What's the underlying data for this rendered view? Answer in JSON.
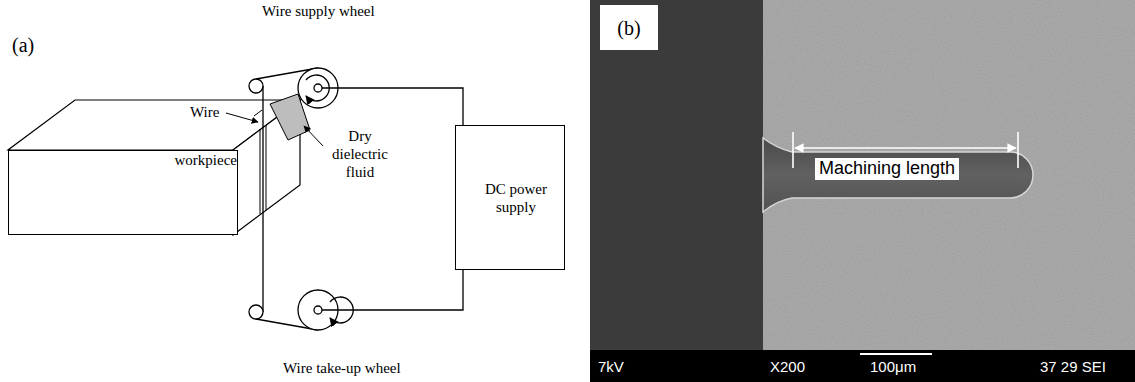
{
  "diagram": {
    "nodes": [
      {
        "text": [
          "workpiece"
        ]
      },
      {
        "text": [
          "DC power supply"
        ]
      },
      {
        "text": [
          "(b)"
        ]
      }
    ],
    "labels": [
      "(a)",
      "Wire supply wheel",
      "Dry dielectric fluid",
      "Wire",
      "Wire take-up wheel",
      "Machining length",
      "7kV",
      "X200",
      "100μm",
      "37 29 SEI"
    ]
  }
}
